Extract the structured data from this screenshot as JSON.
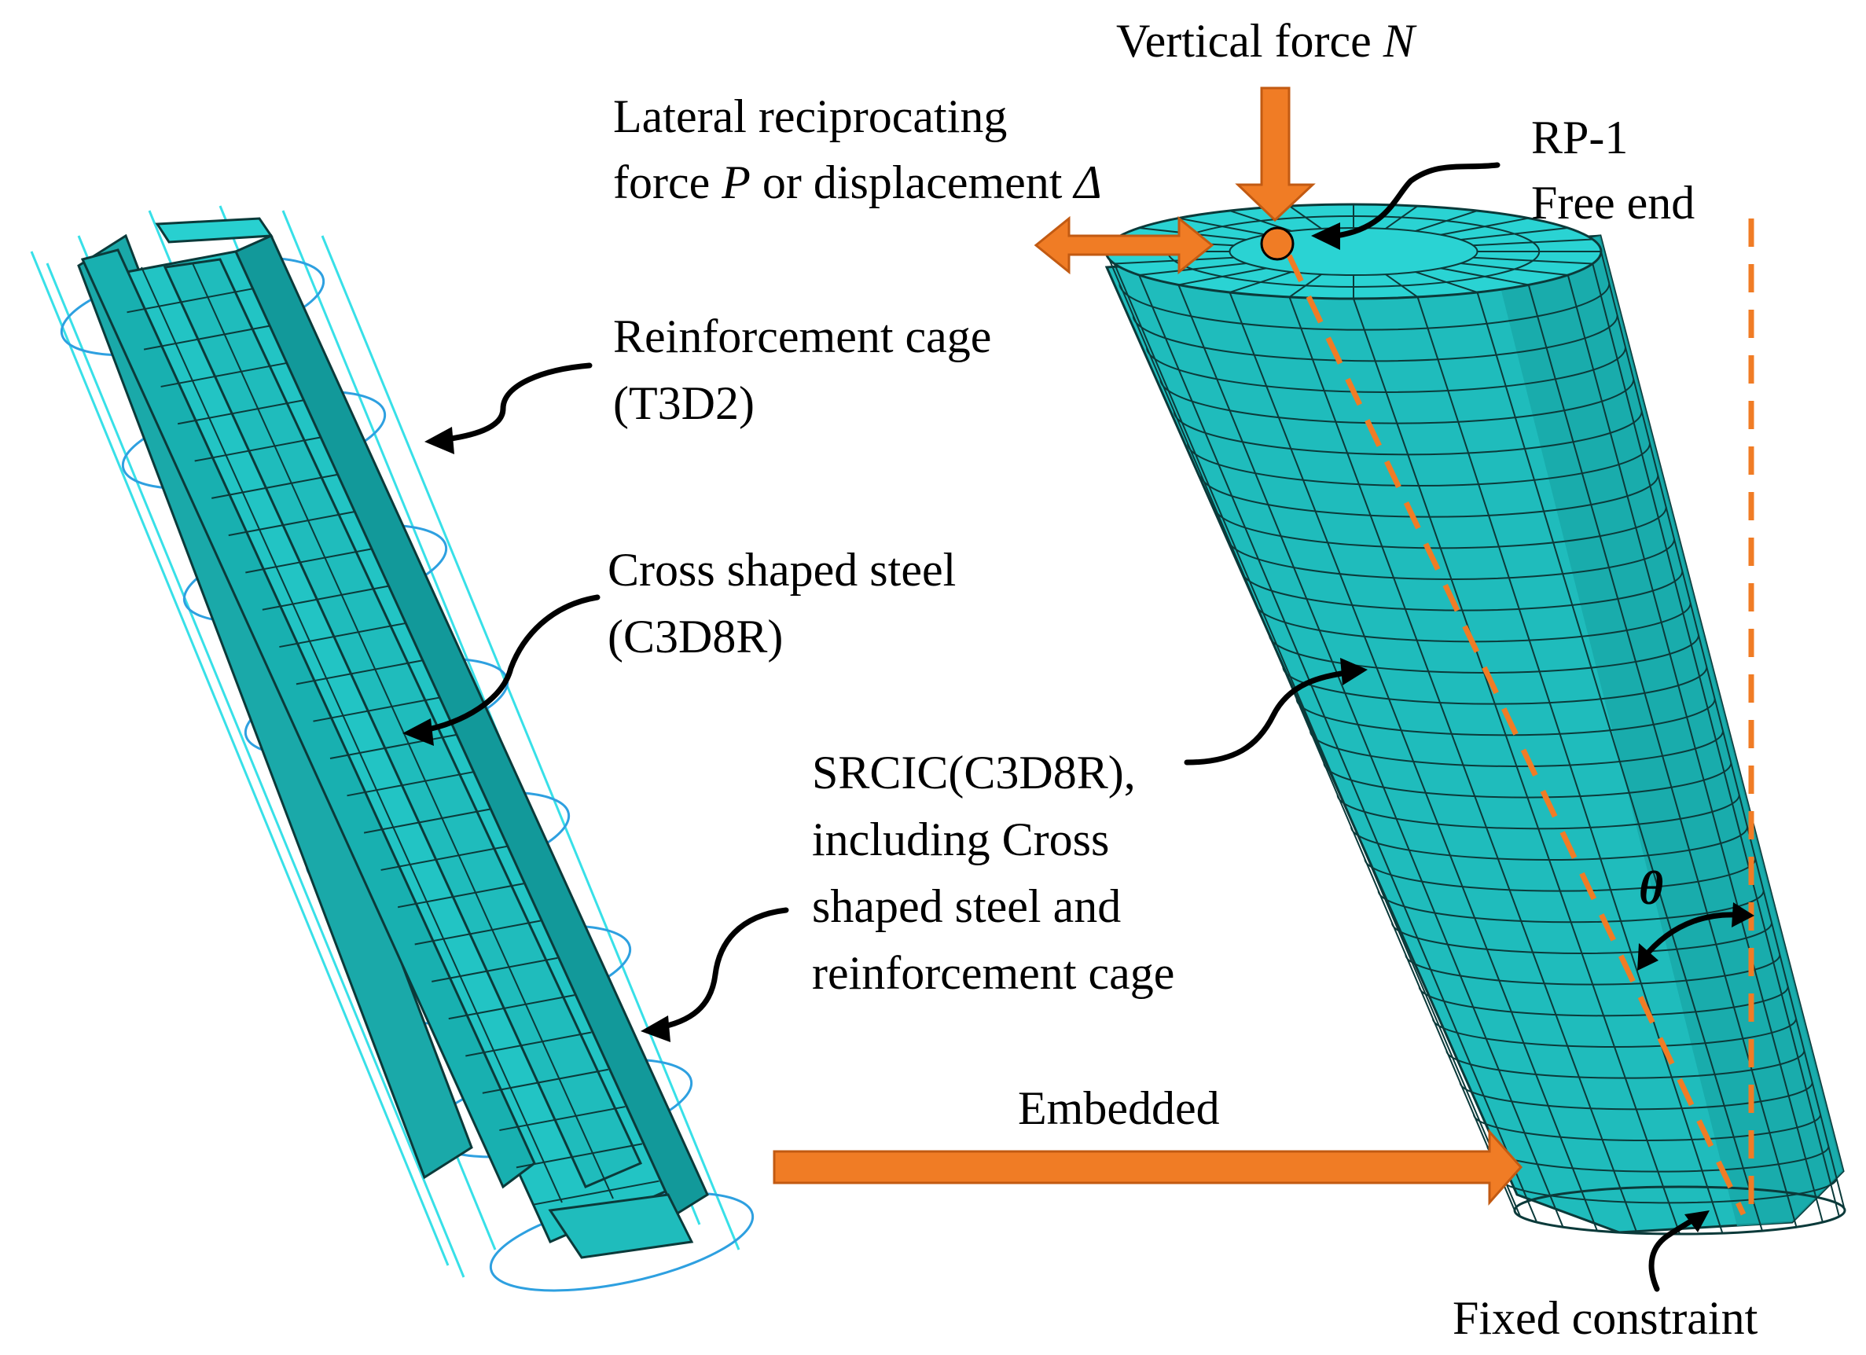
{
  "colors": {
    "steel": "#1fbcbc",
    "steel_dark": "#0e8f8f",
    "mesh_line": "#0b3a3a",
    "rebar": "#38e0e8",
    "stirrup": "#2ea0e0",
    "arrow_orange": "#f07c25",
    "arrow_edge": "#c25a12"
  },
  "labels": {
    "vertical_force": "Vertical force ",
    "vertical_force_symbol": "N",
    "lateral_line1": "Lateral reciprocating",
    "lateral_line2_a": "force ",
    "lateral_line2_p": "P",
    "lateral_line2_b": " or displacement ",
    "lateral_line2_delta": "Δ",
    "rp_line1": "RP-1",
    "rp_line2": "Free end",
    "cage_line1": "Reinforcement cage",
    "cage_line2": "(T3D2)",
    "steel_line1": "Cross shaped steel",
    "steel_line2": "(C3D8R)",
    "srcic_line1": "SRCIC(C3D8R),",
    "srcic_line2": "including Cross",
    "srcic_line3": "shaped steel and",
    "srcic_line4": "reinforcement cage",
    "theta": "θ",
    "embedded": "Embedded",
    "fixed": "Fixed constraint"
  },
  "icons": {
    "cage_model": "steel-cage-mesh-icon",
    "column_model": "meshed-cylinder-icon",
    "reference_point": "reference-point-dot-icon"
  }
}
